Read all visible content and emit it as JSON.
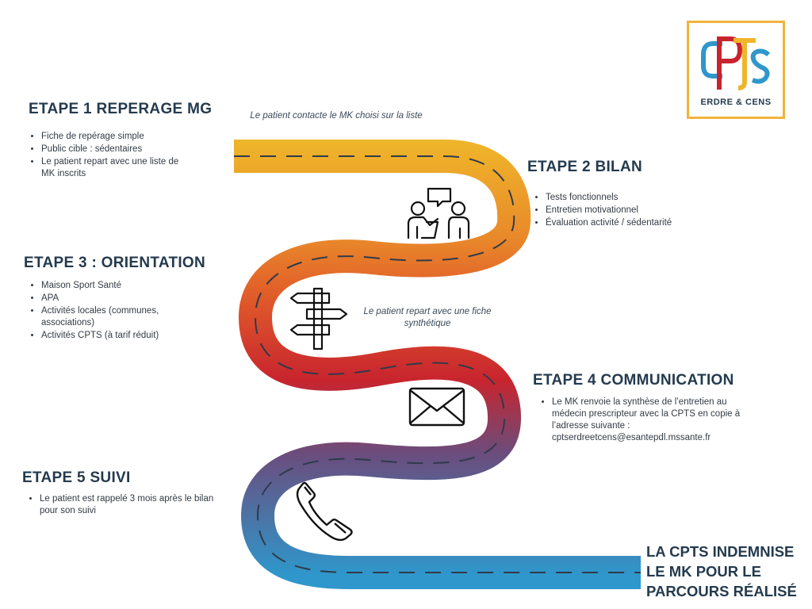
{
  "logo": {
    "letters": "CPTS",
    "subtitle": "ERDRE & CENS"
  },
  "steps": [
    {
      "title": "ETAPE 1 REPERAGE  MG",
      "items": [
        "Fiche de repérage simple",
        "Public cible : sédentaires",
        "Le patient repart avec une liste de MK inscrits"
      ]
    },
    {
      "title": "ETAPE 2 BILAN",
      "items": [
        "Tests fonctionnels",
        "Entretien motivationnel",
        "Évaluation activité / sédentarité"
      ]
    },
    {
      "title": "ETAPE 3 : ORIENTATION",
      "items": [
        "Maison Sport Santé",
        "APA",
        "Activités locales (communes, associations)",
        "Activités CPTS (à tarif réduit)"
      ]
    },
    {
      "title": "ETAPE 4 COMMUNICATION",
      "items": [
        "Le MK renvoie la synthèse de l’entretien au médecin prescripteur avec la CPTS en copie à l’adresse suivante : cptserdreetcens@esantepdl.mssante.fr"
      ]
    },
    {
      "title": "ETAPE 5 SUIVI",
      "items": [
        "Le patient est rappelé 3 mois après le bilan pour son suivi"
      ]
    }
  ],
  "notes": {
    "contact": "Le patient contacte le MK choisi sur la liste",
    "fiche": "Le patient repart avec une fiche synthétique"
  },
  "final": [
    "LA CPTS INDEMNISE",
    "LE MK POUR LE",
    "PARCOURS RÉALISÉ"
  ],
  "colors": {
    "road_start": "#efb52a",
    "road_mid": "#e05a2a",
    "road_red": "#c8242e",
    "road_purple": "#6a4d7d",
    "road_end": "#2f97cb",
    "dash": "#2f3b4a",
    "title": "#243a4e"
  },
  "icons": [
    "conversation-icon",
    "signpost-icon",
    "envelope-icon",
    "phone-icon"
  ]
}
